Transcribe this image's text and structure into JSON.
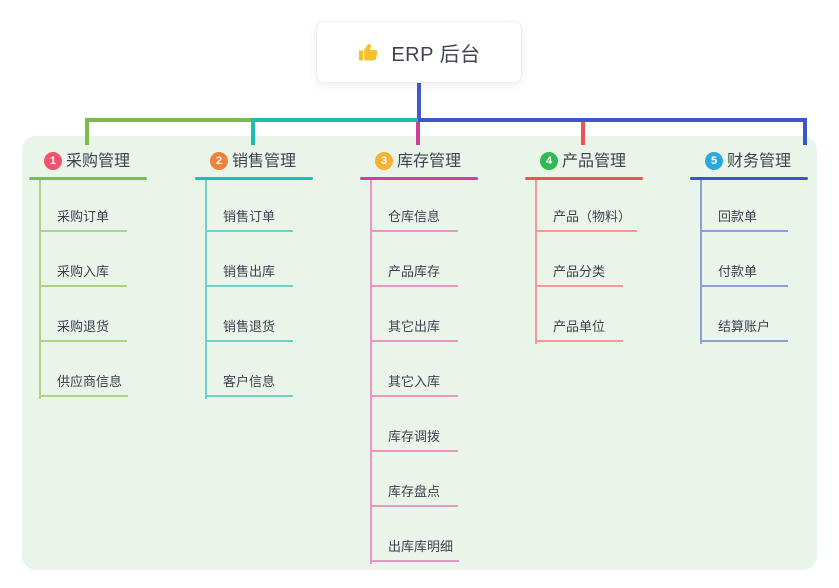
{
  "root": {
    "label": "ERP 后台",
    "icon": "thumbs-up-icon",
    "icon_color": "#f5c02c",
    "connector_color": "#4558d0"
  },
  "panel": {
    "background": "#e9f5e8"
  },
  "branches": [
    {
      "index": "1",
      "label": "采购管理",
      "badge_color": "#f0536e",
      "line_color": "#7dbb4f",
      "sub_line_color": "#abd487",
      "children": [
        "采购订单",
        "采购入库",
        "采购退货",
        "供应商信息"
      ]
    },
    {
      "index": "2",
      "label": "销售管理",
      "badge_color": "#f0813c",
      "line_color": "#1dbdb2",
      "sub_line_color": "#6fd2c9",
      "children": [
        "销售订单",
        "销售出库",
        "销售退货",
        "客户信息"
      ]
    },
    {
      "index": "3",
      "label": "库存管理",
      "badge_color": "#f6b234",
      "line_color": "#cf3e9b",
      "sub_line_color": "#ef92c5",
      "children": [
        "仓库信息",
        "产品库存",
        "其它出库",
        "其它入库",
        "库存调拨",
        "库存盘点",
        "出库库明细"
      ]
    },
    {
      "index": "4",
      "label": "产品管理",
      "badge_color": "#31b952",
      "line_color": "#f25056",
      "sub_line_color": "#f79795",
      "children": [
        "产品（物料）",
        "产品分类",
        "产品单位"
      ]
    },
    {
      "index": "5",
      "label": "财务管理",
      "badge_color": "#2ba9dd",
      "line_color": "#3e55c9",
      "sub_line_color": "#8aa0dd",
      "children": [
        "回款单",
        "付款单",
        "结算账户"
      ]
    }
  ]
}
